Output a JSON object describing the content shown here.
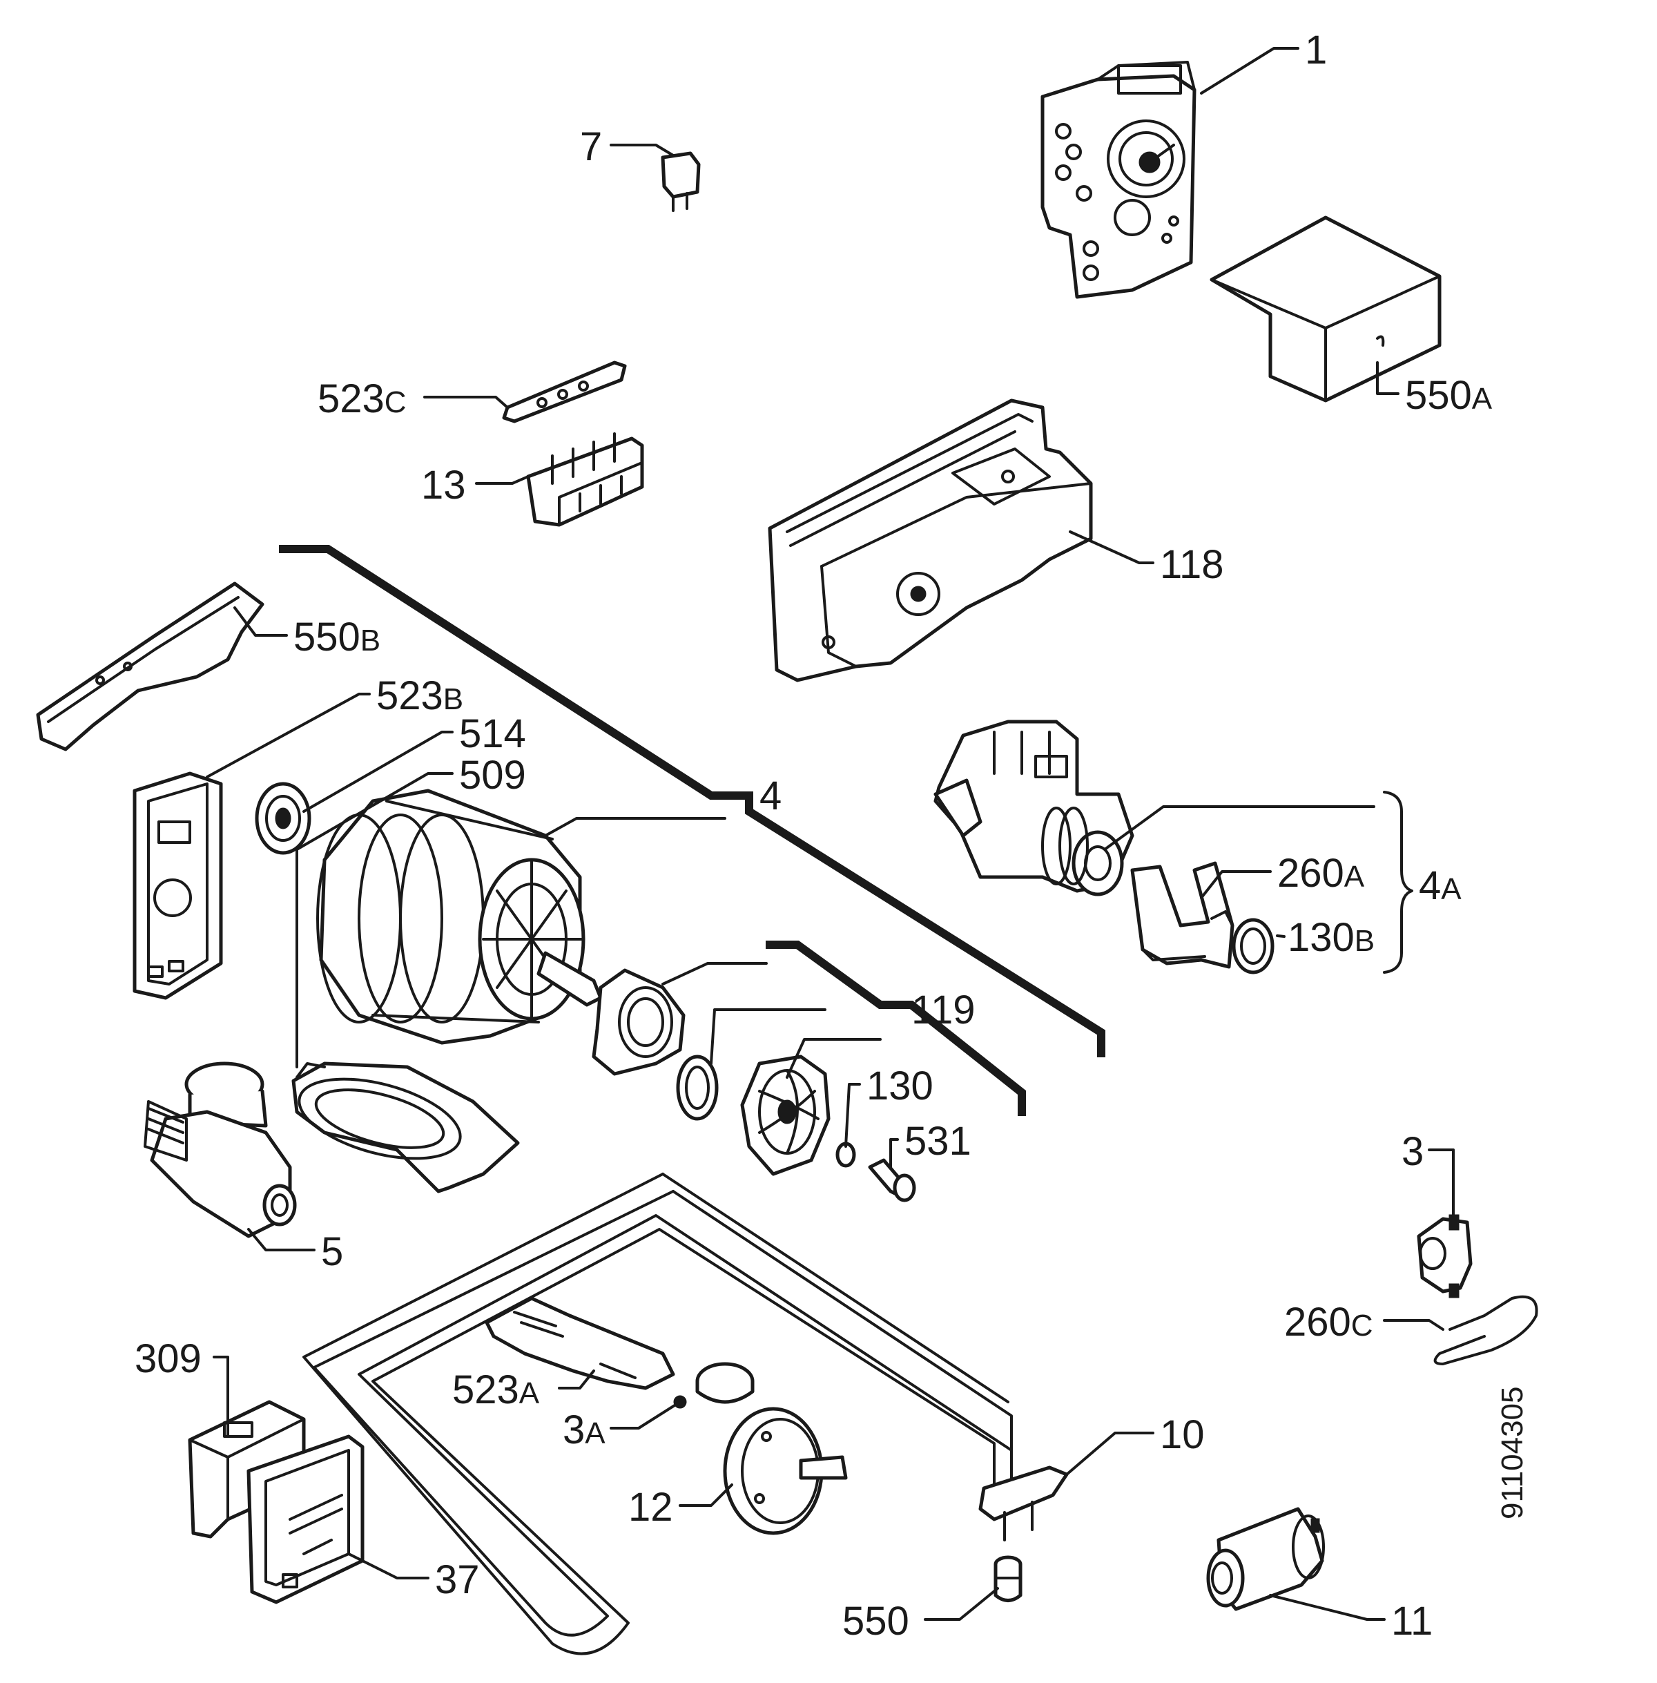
{
  "diagram": {
    "code": "91104305",
    "labels": {
      "p1": "1",
      "p7": "7",
      "p550a_num": "550",
      "p550a_suf": "A",
      "p523c_num": "523",
      "p523c_suf": "C",
      "p13": "13",
      "p118": "118",
      "p550b_num": "550",
      "p550b_suf": "B",
      "p523b_num": "523",
      "p523b_suf": "B",
      "p514": "514",
      "p509": "509",
      "p4": "4",
      "p260a_num": "260",
      "p260a_suf": "A",
      "p4a_num": "4",
      "p4a_suf": "A",
      "p130b_num": "130",
      "p130b_suf": "B",
      "p119": "119",
      "p130": "130",
      "p531": "531",
      "p5": "5",
      "p3": "3",
      "p260c_num": "260",
      "p260c_suf": "C",
      "p309": "309",
      "p523a_num": "523",
      "p523a_suf": "A",
      "p3a_num": "3",
      "p3a_suf": "A",
      "p10": "10",
      "p12": "12",
      "p37": "37",
      "p550": "550",
      "p11": "11"
    }
  }
}
